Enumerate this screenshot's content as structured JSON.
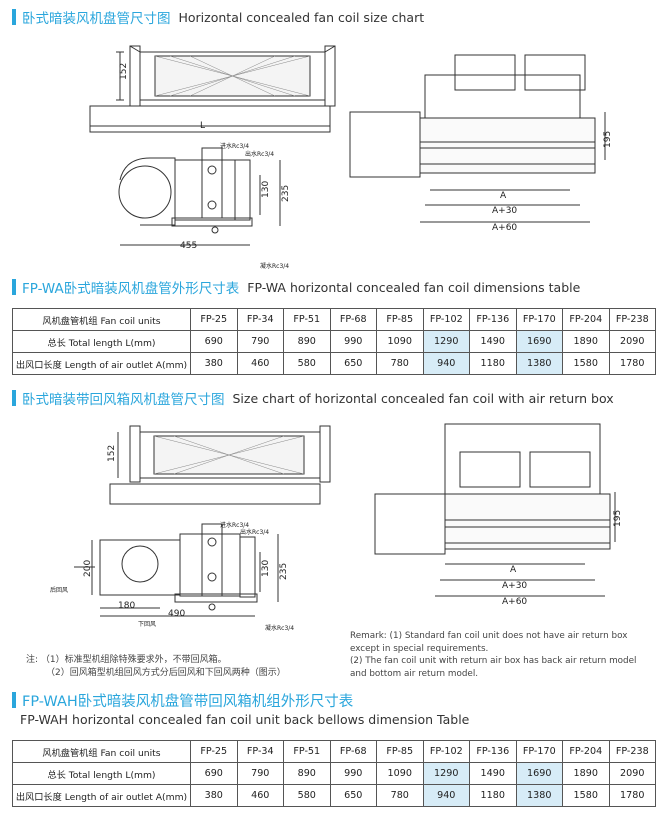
{
  "sections": {
    "s1": {
      "cn": "卧式暗装风机盘管尺寸图",
      "en": "Horizontal concealed fan coil size chart"
    },
    "s2": {
      "cn": "FP-WA卧式暗装风机盘管外形尺寸表",
      "en": "FP-WA horizontal concealed fan coil dimensions table"
    },
    "s3": {
      "cn": "卧式暗装带回风箱风机盘管尺寸图",
      "en": "Size chart of horizontal concealed fan coil with air return box"
    },
    "s4": {
      "cn": "FP-WAH卧式暗装风机盘管带回风箱机组外形尺寸表",
      "en": "FP-WAH horizontal concealed fan coil unit back bellows dimension Table"
    }
  },
  "table_wa": {
    "header_label": "风机盘管机组 Fan coil units",
    "models": [
      "FP-25",
      "FP-34",
      "FP-51",
      "FP-68",
      "FP-85",
      "FP-102",
      "FP-136",
      "FP-170",
      "FP-204",
      "FP-238"
    ],
    "rows": [
      {
        "label": "总长 Total length  L(mm)",
        "values": [
          "690",
          "790",
          "890",
          "990",
          "1090",
          "1290",
          "1490",
          "1690",
          "1890",
          "2090"
        ]
      },
      {
        "label": "出风口长度 Length of air outlet A(mm)",
        "values": [
          "380",
          "460",
          "580",
          "650",
          "780",
          "940",
          "1180",
          "1380",
          "1580",
          "1780"
        ]
      }
    ]
  },
  "table_wah": {
    "header_label": "风机盘管机组 Fan coil units",
    "models": [
      "FP-25",
      "FP-34",
      "FP-51",
      "FP-68",
      "FP-85",
      "FP-102",
      "FP-136",
      "FP-170",
      "FP-204",
      "FP-238"
    ],
    "rows": [
      {
        "label": "总长 Total length  L(mm)",
        "values": [
          "690",
          "790",
          "890",
          "990",
          "1090",
          "1290",
          "1490",
          "1690",
          "1890",
          "2090"
        ]
      },
      {
        "label": "出风口长度 Length of air outlet A(mm)",
        "values": [
          "380",
          "460",
          "580",
          "650",
          "780",
          "940",
          "1180",
          "1380",
          "1580",
          "1780"
        ]
      }
    ]
  },
  "drawing1": {
    "dim_152": "152",
    "dim_L": "L",
    "dim_rc34a": "进水Rc3/4",
    "dim_rc34b": "出水Rc3/4",
    "dim_130": "130",
    "dim_235": "235",
    "dim_455": "455",
    "dim_drain": "凝水Rc3/4",
    "dim_195": "195",
    "dim_A": "A",
    "dim_A30": "A+30",
    "dim_A60": "A+60"
  },
  "drawing2": {
    "dim_152": "152",
    "dim_rc34a": "进水Rc3/4",
    "dim_rc34b": "出水Rc3/4",
    "dim_130": "130",
    "dim_235": "235",
    "dim_200": "200",
    "dim_180": "180",
    "dim_490": "490",
    "back_label": "后回风",
    "bottom_label": "下回风",
    "dim_drain": "凝水Rc3/4",
    "dim_195": "195",
    "dim_A": "A",
    "dim_A30": "A+30",
    "dim_A60": "A+60"
  },
  "notes": {
    "prefix": "注:",
    "n1": "（1）标准型机组除特殊要求外，不带回风箱。",
    "n2": "（2）回风箱型机组回风方式分后回风和下回风两种（图示）"
  },
  "remark": {
    "r1": "Remark: (1) Standard fan coil unit does not have air return box except in special requirements.",
    "r2": "(2) The fan coil unit with return air box has back air return model and bottom air return model."
  },
  "colors": {
    "accent": "#2aa6dc",
    "highlight": "#d7ecf7"
  }
}
